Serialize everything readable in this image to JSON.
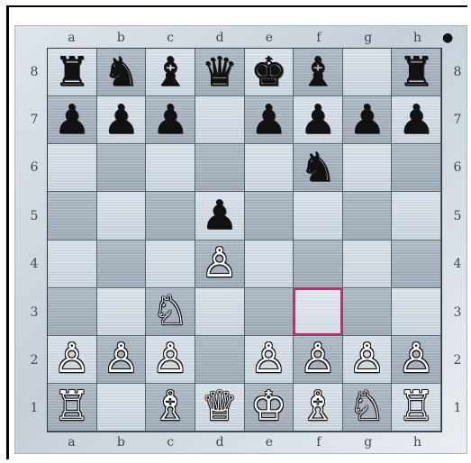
{
  "board": {
    "files": [
      "a",
      "b",
      "c",
      "d",
      "e",
      "f",
      "g",
      "h"
    ],
    "ranks_top_to_bottom": [
      "8",
      "7",
      "6",
      "5",
      "4",
      "3",
      "2",
      "1"
    ],
    "turn_marker": "●",
    "highlighted_square": "f3",
    "colors": {
      "highlight": "#d0266f",
      "light_square": "#d7e0e8",
      "dark_square": "#aebbc7"
    },
    "squares": [
      [
        {
          "square": "a8",
          "piece": "♜",
          "color": "black",
          "name": "rook"
        },
        {
          "square": "b8",
          "piece": "♞",
          "color": "black",
          "name": "knight"
        },
        {
          "square": "c8",
          "piece": "♝",
          "color": "black",
          "name": "bishop"
        },
        {
          "square": "d8",
          "piece": "♛",
          "color": "black",
          "name": "queen"
        },
        {
          "square": "e8",
          "piece": "♚",
          "color": "black",
          "name": "king"
        },
        {
          "square": "f8",
          "piece": "♝",
          "color": "black",
          "name": "bishop"
        },
        {
          "square": "g8",
          "piece": "",
          "color": "",
          "name": ""
        },
        {
          "square": "h8",
          "piece": "♜",
          "color": "black",
          "name": "rook"
        }
      ],
      [
        {
          "square": "a7",
          "piece": "♟",
          "color": "black",
          "name": "pawn"
        },
        {
          "square": "b7",
          "piece": "♟",
          "color": "black",
          "name": "pawn"
        },
        {
          "square": "c7",
          "piece": "♟",
          "color": "black",
          "name": "pawn"
        },
        {
          "square": "d7",
          "piece": "",
          "color": "",
          "name": ""
        },
        {
          "square": "e7",
          "piece": "♟",
          "color": "black",
          "name": "pawn"
        },
        {
          "square": "f7",
          "piece": "♟",
          "color": "black",
          "name": "pawn"
        },
        {
          "square": "g7",
          "piece": "♟",
          "color": "black",
          "name": "pawn"
        },
        {
          "square": "h7",
          "piece": "♟",
          "color": "black",
          "name": "pawn"
        }
      ],
      [
        {
          "square": "a6",
          "piece": "",
          "color": "",
          "name": ""
        },
        {
          "square": "b6",
          "piece": "",
          "color": "",
          "name": ""
        },
        {
          "square": "c6",
          "piece": "",
          "color": "",
          "name": ""
        },
        {
          "square": "d6",
          "piece": "",
          "color": "",
          "name": ""
        },
        {
          "square": "e6",
          "piece": "",
          "color": "",
          "name": ""
        },
        {
          "square": "f6",
          "piece": "♞",
          "color": "black",
          "name": "knight"
        },
        {
          "square": "g6",
          "piece": "",
          "color": "",
          "name": ""
        },
        {
          "square": "h6",
          "piece": "",
          "color": "",
          "name": ""
        }
      ],
      [
        {
          "square": "a5",
          "piece": "",
          "color": "",
          "name": ""
        },
        {
          "square": "b5",
          "piece": "",
          "color": "",
          "name": ""
        },
        {
          "square": "c5",
          "piece": "",
          "color": "",
          "name": ""
        },
        {
          "square": "d5",
          "piece": "♟",
          "color": "black",
          "name": "pawn"
        },
        {
          "square": "e5",
          "piece": "",
          "color": "",
          "name": ""
        },
        {
          "square": "f5",
          "piece": "",
          "color": "",
          "name": ""
        },
        {
          "square": "g5",
          "piece": "",
          "color": "",
          "name": ""
        },
        {
          "square": "h5",
          "piece": "",
          "color": "",
          "name": ""
        }
      ],
      [
        {
          "square": "a4",
          "piece": "",
          "color": "",
          "name": ""
        },
        {
          "square": "b4",
          "piece": "",
          "color": "",
          "name": ""
        },
        {
          "square": "c4",
          "piece": "",
          "color": "",
          "name": ""
        },
        {
          "square": "d4",
          "piece": "♙",
          "color": "white",
          "name": "pawn"
        },
        {
          "square": "e4",
          "piece": "",
          "color": "",
          "name": ""
        },
        {
          "square": "f4",
          "piece": "",
          "color": "",
          "name": ""
        },
        {
          "square": "g4",
          "piece": "",
          "color": "",
          "name": ""
        },
        {
          "square": "h4",
          "piece": "",
          "color": "",
          "name": ""
        }
      ],
      [
        {
          "square": "a3",
          "piece": "",
          "color": "",
          "name": ""
        },
        {
          "square": "b3",
          "piece": "",
          "color": "",
          "name": ""
        },
        {
          "square": "c3",
          "piece": "♘",
          "color": "white",
          "name": "knight"
        },
        {
          "square": "d3",
          "piece": "",
          "color": "",
          "name": ""
        },
        {
          "square": "e3",
          "piece": "",
          "color": "",
          "name": ""
        },
        {
          "square": "f3",
          "piece": "",
          "color": "",
          "name": ""
        },
        {
          "square": "g3",
          "piece": "",
          "color": "",
          "name": ""
        },
        {
          "square": "h3",
          "piece": "",
          "color": "",
          "name": ""
        }
      ],
      [
        {
          "square": "a2",
          "piece": "♙",
          "color": "white",
          "name": "pawn"
        },
        {
          "square": "b2",
          "piece": "♙",
          "color": "white",
          "name": "pawn"
        },
        {
          "square": "c2",
          "piece": "♙",
          "color": "white",
          "name": "pawn"
        },
        {
          "square": "d2",
          "piece": "",
          "color": "",
          "name": ""
        },
        {
          "square": "e2",
          "piece": "♙",
          "color": "white",
          "name": "pawn"
        },
        {
          "square": "f2",
          "piece": "♙",
          "color": "white",
          "name": "pawn"
        },
        {
          "square": "g2",
          "piece": "♙",
          "color": "white",
          "name": "pawn"
        },
        {
          "square": "h2",
          "piece": "♙",
          "color": "white",
          "name": "pawn"
        }
      ],
      [
        {
          "square": "a1",
          "piece": "♖",
          "color": "white",
          "name": "rook"
        },
        {
          "square": "b1",
          "piece": "",
          "color": "",
          "name": ""
        },
        {
          "square": "c1",
          "piece": "♗",
          "color": "white",
          "name": "bishop"
        },
        {
          "square": "d1",
          "piece": "♕",
          "color": "white",
          "name": "queen"
        },
        {
          "square": "e1",
          "piece": "♔",
          "color": "white",
          "name": "king"
        },
        {
          "square": "f1",
          "piece": "♗",
          "color": "white",
          "name": "bishop"
        },
        {
          "square": "g1",
          "piece": "♘",
          "color": "white",
          "name": "knight"
        },
        {
          "square": "h1",
          "piece": "♖",
          "color": "white",
          "name": "rook"
        }
      ]
    ]
  }
}
